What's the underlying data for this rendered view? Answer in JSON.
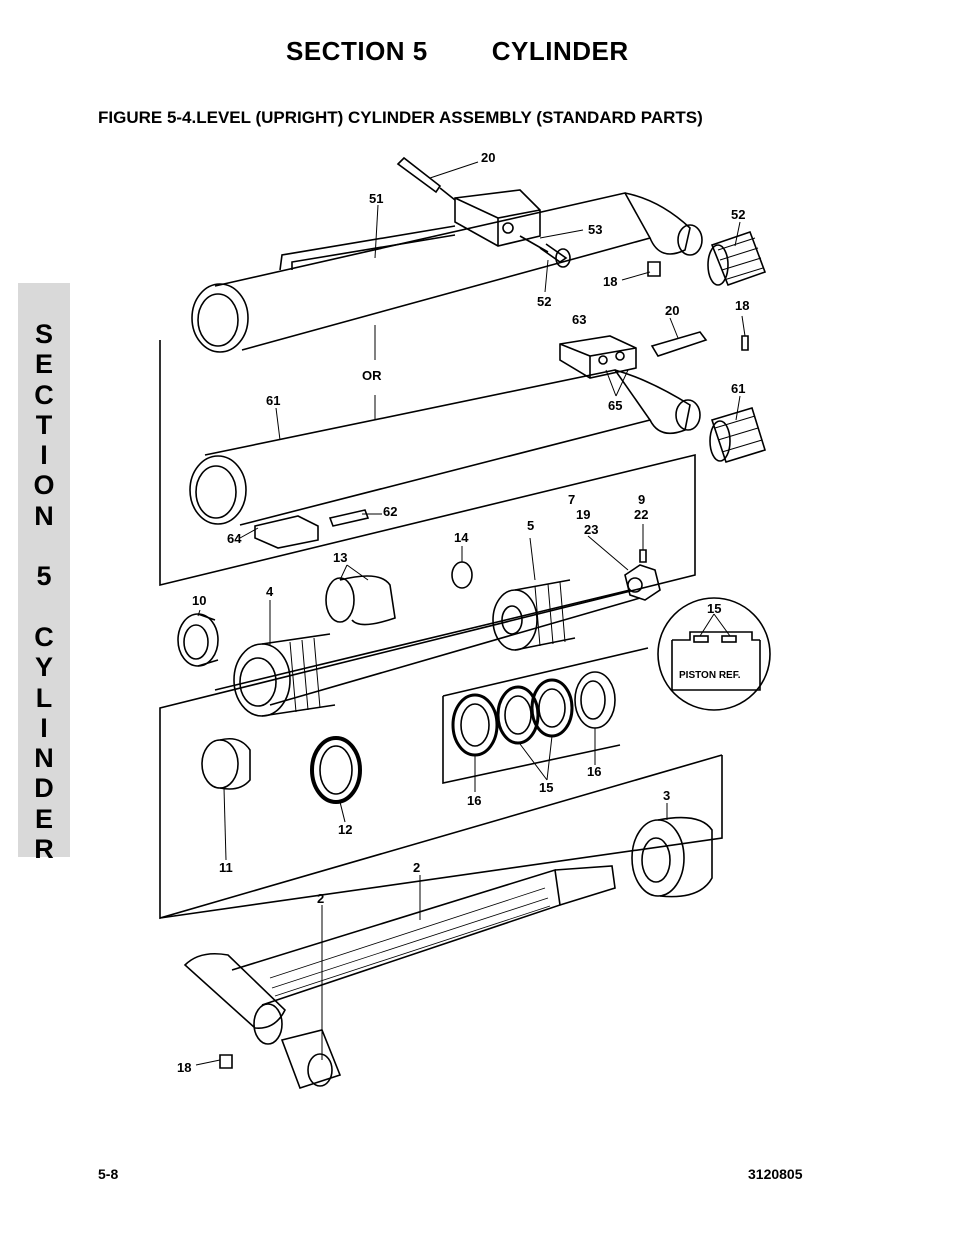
{
  "header": {
    "section": "SECTION 5",
    "chapter": "CYLINDER"
  },
  "figure_title": "FIGURE 5-4.LEVEL (UPRIGHT) CYLINDER ASSEMBLY (STANDARD PARTS)",
  "side_tab": {
    "letters": [
      "S",
      "E",
      "C",
      "T",
      "I",
      "O",
      "N",
      " ",
      "5",
      " ",
      "C",
      "Y",
      "L",
      "I",
      "N",
      "D",
      "E",
      "R"
    ]
  },
  "callouts": {
    "c20a": "20",
    "c51": "51",
    "c52a": "52",
    "c53": "53",
    "c18a": "18",
    "c52b": "52",
    "c63": "63",
    "c20b": "20",
    "c18b": "18",
    "c_or": "OR",
    "c61a": "61",
    "c65": "65",
    "c61b": "61",
    "c62": "62",
    "c64": "64",
    "c7": "7",
    "c9": "9",
    "c19": "19",
    "c22": "22",
    "c23": "23",
    "c14": "14",
    "c5": "5",
    "c13": "13",
    "c10": "10",
    "c4": "4",
    "c15a": "15",
    "c16a": "16",
    "c16b": "16",
    "c15b": "15",
    "c12": "12",
    "c11": "11",
    "c3": "3",
    "c2a": "2",
    "c2b": "2",
    "c18c": "18",
    "piston_ref": "PISTON REF."
  },
  "footer": {
    "page": "5-8",
    "doc_number": "3120805"
  }
}
